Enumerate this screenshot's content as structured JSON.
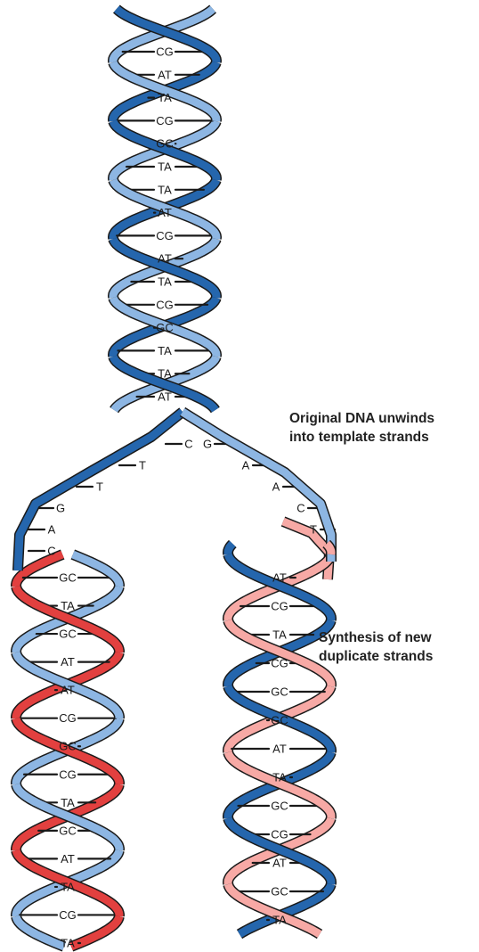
{
  "labels": {
    "unwind": [
      "Original DNA unwinds",
      "into template strands"
    ],
    "synthesis": [
      "Synthesis of new",
      "duplicate strands"
    ]
  },
  "colors": {
    "dark_blue_strand": "#2566ad",
    "light_blue_strand": "#8db6e3",
    "dark_red_strand": "#e2403f",
    "light_red_strand": "#f7a9a5",
    "outline": "#1a1a1a"
  },
  "parent_helix_pairs": [
    "CG",
    "AT",
    "TA",
    "CG",
    "GC",
    "TA",
    "TA",
    "AT",
    "CG",
    "AT",
    "TA",
    "CG",
    "GC",
    "TA",
    "TA",
    "AT"
  ],
  "fork": {
    "left_bases": [
      "C",
      "T",
      "T",
      "G",
      "A",
      "C"
    ],
    "right_bases": [
      "G",
      "A",
      "A",
      "C",
      "T"
    ]
  },
  "left_daughter_pairs": [
    "GC",
    "TA",
    "GC",
    "AT",
    "AT",
    "CG",
    "GC",
    "CG",
    "TA",
    "GC",
    "AT",
    "TA",
    "CG",
    "TA"
  ],
  "right_daughter_pairs": [
    "AT",
    "CG",
    "TA",
    "CG",
    "GC",
    "GC",
    "AT",
    "TA",
    "GC",
    "CG",
    "AT",
    "GC",
    "TA"
  ]
}
